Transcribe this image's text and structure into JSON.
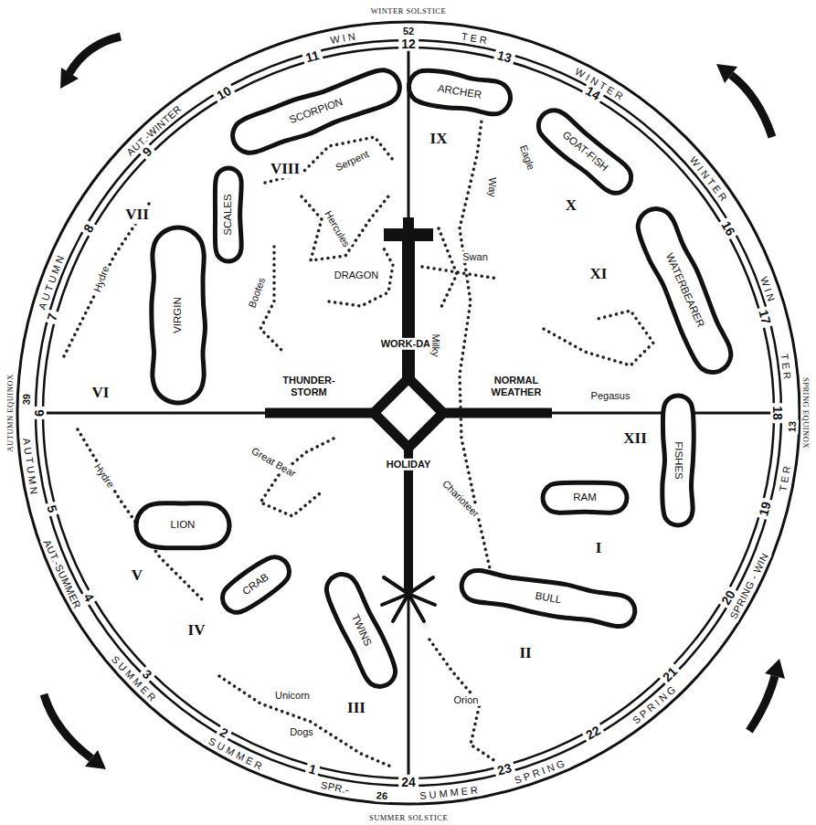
{
  "diagram": {
    "nodes": [
      {
        "text": [
          "SCORPION"
        ]
      },
      {
        "text": [
          "ARCHER"
        ]
      },
      {
        "text": [
          "GOAT-FISH"
        ]
      },
      {
        "text": [
          "WATERBEARER"
        ]
      },
      {
        "text": [
          "FISHES"
        ]
      },
      {
        "text": [
          "RAM"
        ]
      },
      {
        "text": [
          "BULL"
        ]
      },
      {
        "text": [
          "TWINS"
        ]
      },
      {
        "text": [
          "CRAB"
        ]
      },
      {
        "text": [
          "LION"
        ]
      },
      {
        "text": [
          "VIRGIN"
        ]
      },
      {
        "text": [
          "SCALES"
        ]
      }
    ],
    "labels": [
      "WINTER SOLSTICE",
      "SUMMER SOLSTICE",
      "AUTUMN EQUINOX",
      "SPRING EQUINOX",
      "WIN",
      "52",
      "TER",
      "WINTER",
      "WINTER",
      "WIN",
      "TER",
      "13",
      "TER",
      "SPRING - WIN",
      "SPRING",
      "SPRING",
      "SUMMER",
      "26",
      "SPR.-",
      "SUMMER",
      "SUMMER",
      "AUT.-SUMMER",
      "AUTUMN",
      "39",
      "AUTUMN",
      "AUT.-WINTER",
      "1",
      "2",
      "3",
      "4",
      "5",
      "6",
      "7",
      "8",
      "9",
      "10",
      "11",
      "12",
      "13",
      "14",
      "16",
      "17",
      "18",
      "19",
      "20",
      "21",
      "22",
      "23",
      "24",
      "WORK-DAY",
      "THUNDER-STORM",
      "NORMAL WEATHER",
      "HOLIDAY",
      "Serpent",
      "Hercules",
      "DRAGON",
      "Bootes",
      "Hydre",
      "Hydre",
      "Great Bear",
      "Swan",
      "Eagle",
      "Way",
      "Milky",
      "Pegasus",
      "Charioteer",
      "Orion",
      "Unicorn",
      "Dogs",
      "I",
      "II",
      "III",
      "IV",
      "V",
      "VI",
      "VII",
      "VIII",
      "IX",
      "X",
      "XI",
      "XII"
    ]
  }
}
